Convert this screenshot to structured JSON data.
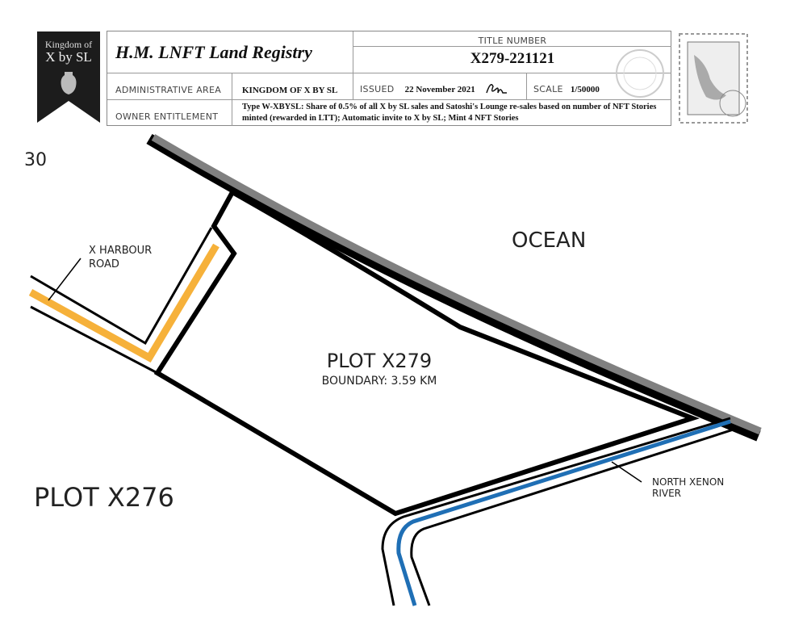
{
  "badge": {
    "line1": "Kingdom of",
    "line2": "X by SL"
  },
  "header": {
    "title": "H.M. LNFT Land Registry",
    "title_number_label": "TITLE NUMBER",
    "title_number": "X279-221121",
    "admin_area_label": "ADMINISTRATIVE AREA",
    "admin_area": "KINGDOM OF X BY SL",
    "issued_label": "ISSUED",
    "issued": "22 November 2021",
    "scale_label": "SCALE",
    "scale": "1/50000",
    "owner_label": "OWNER ENTITLEMENT",
    "owner": "Type W-XBYSL: Share of 0.5% of all X by SL sales and Satoshi's Lounge re-sales based on number of NFT Stories minted (rewarded in LTT); Automatic invite to X by SL; Mint 4 NFT Stories"
  },
  "map": {
    "plot_partial": "30",
    "road": "X HARBOUR\nROAD",
    "ocean": "OCEAN",
    "plot_title": "PLOT X279",
    "boundary": "BOUNDARY: 3.59 KM",
    "neighbor": "PLOT X276",
    "river": "NORTH XENON\nRIVER"
  },
  "colors": {
    "road": "#f6b13a",
    "river": "#1f6fb5",
    "coast": "#808080"
  }
}
